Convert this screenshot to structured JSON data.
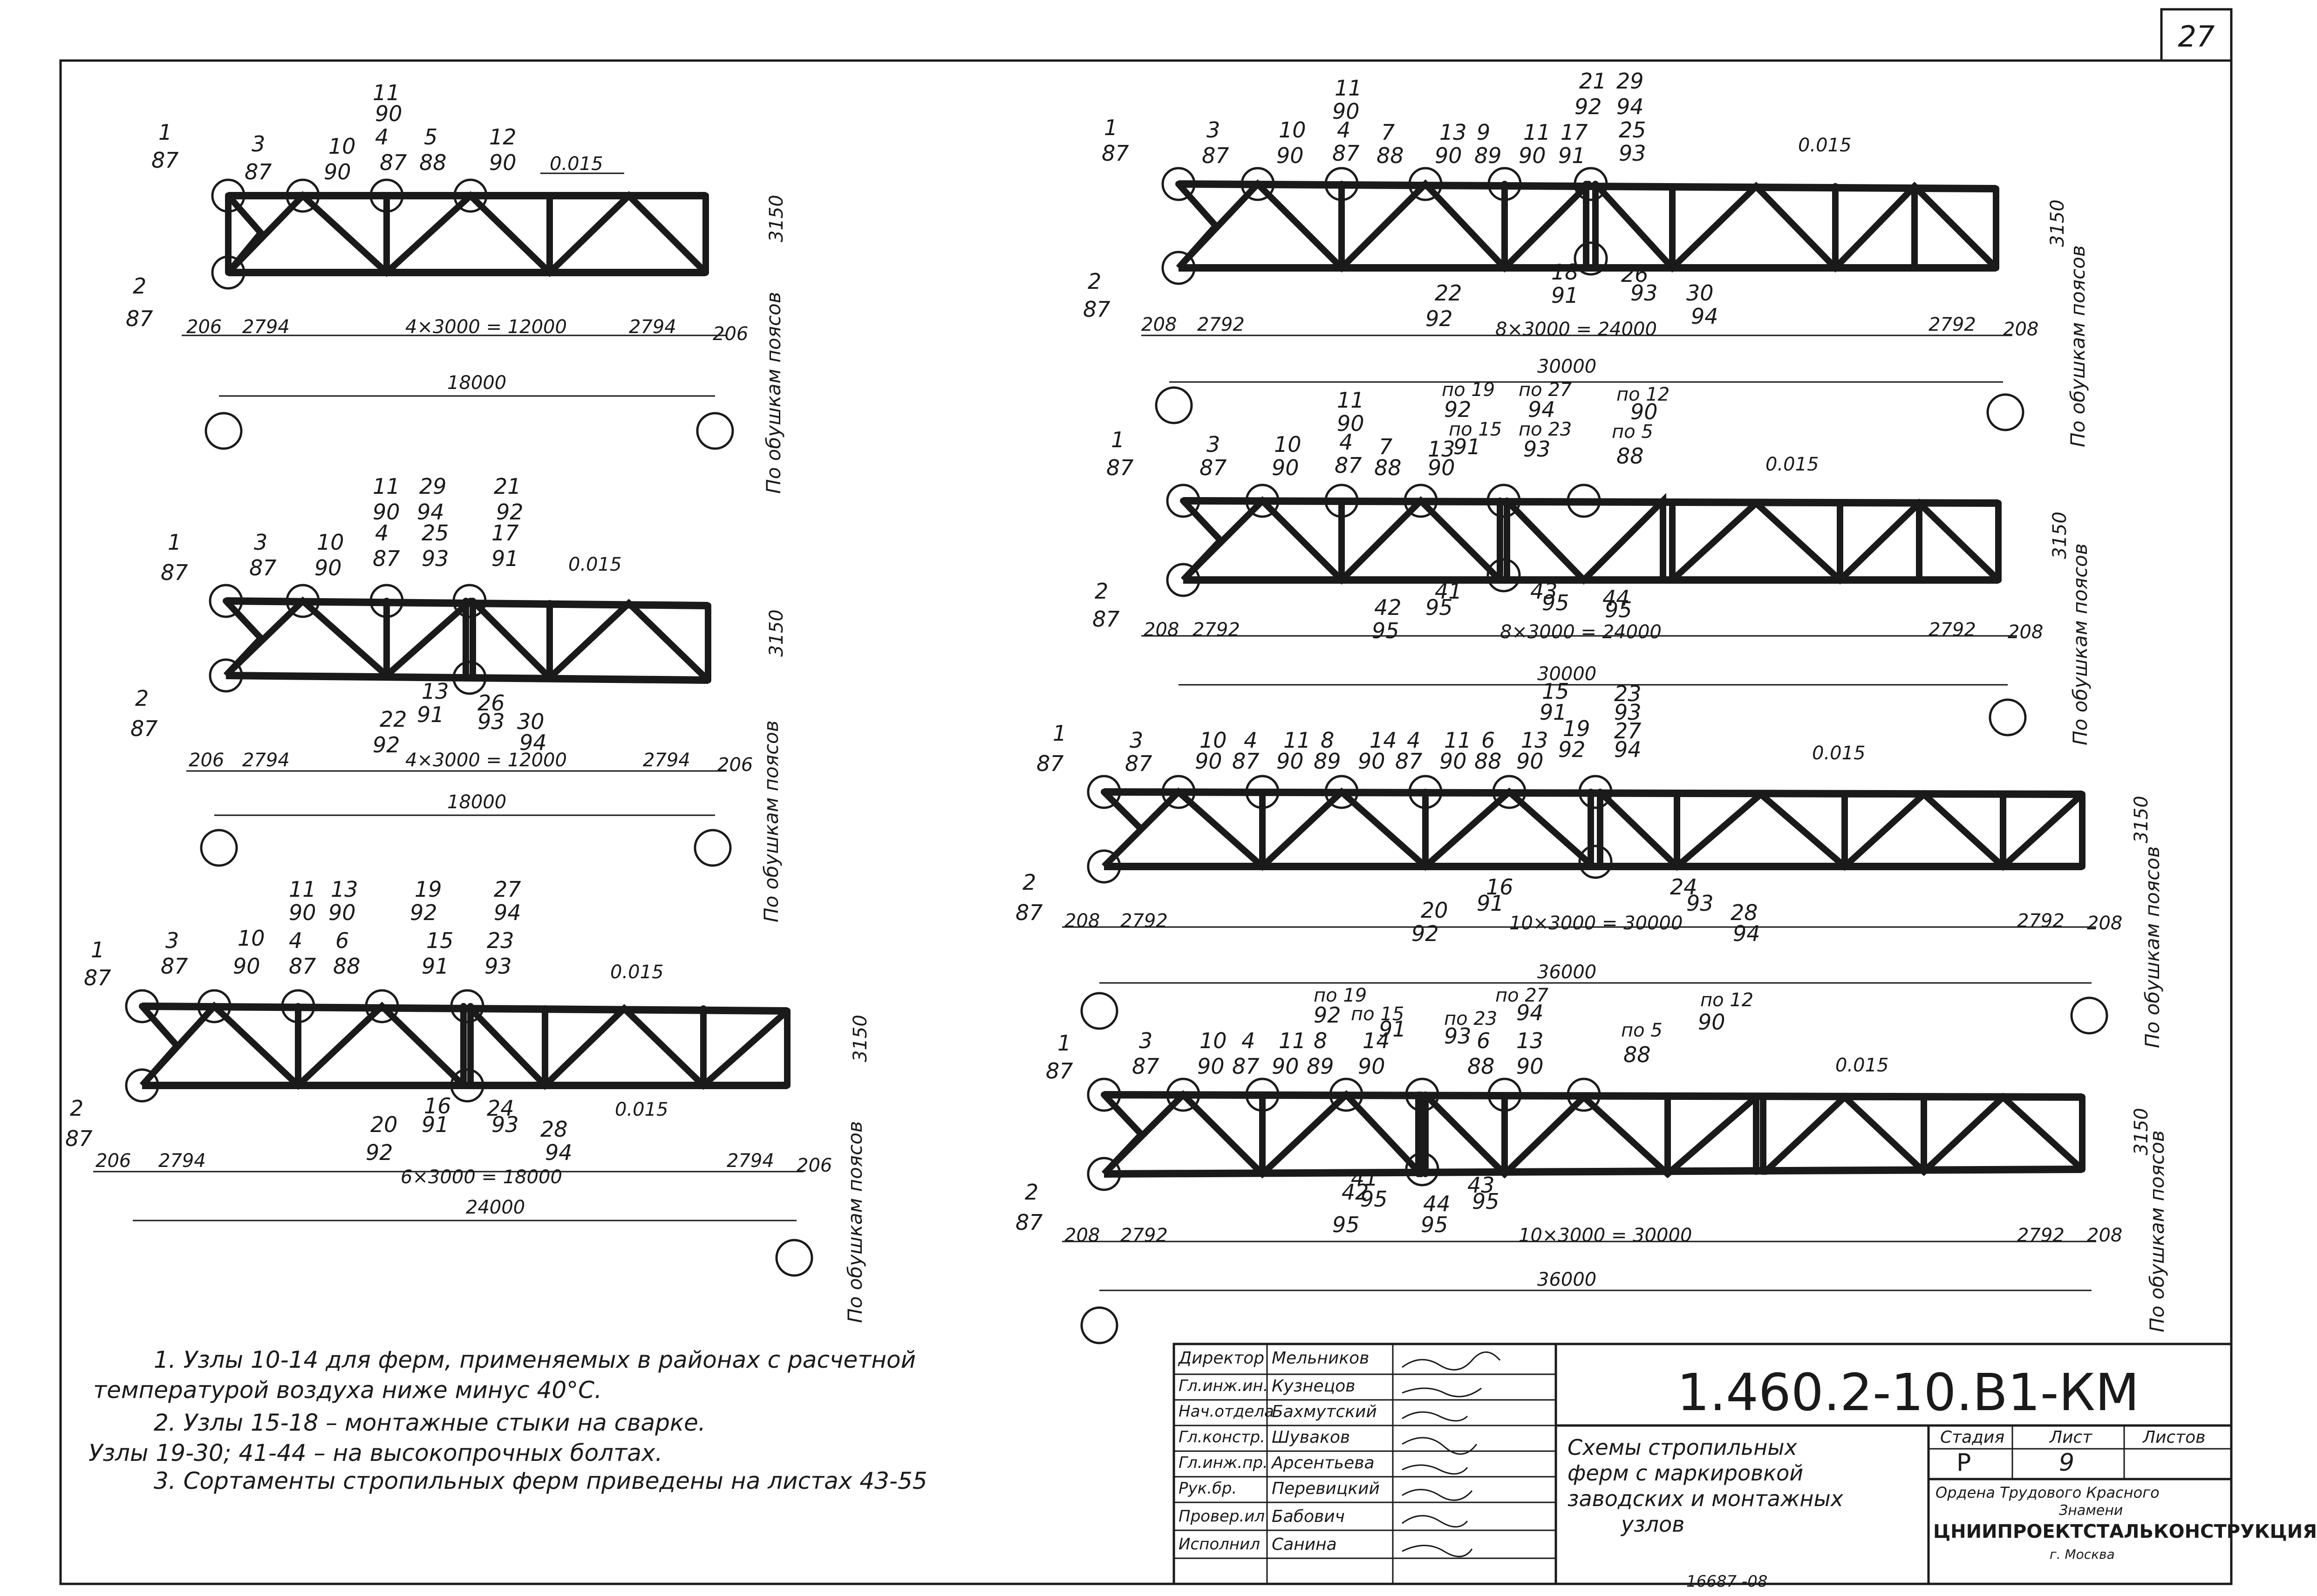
{
  "sheet_number": "27",
  "code": "1.460.2-10.В1-КМ",
  "sheet_title": [
    "Схемы стропильных",
    "ферм с маркировкой",
    "заводских и монтажных",
    "узлов"
  ],
  "stage_label": "Стадия",
  "stage_value": "Р",
  "sheet_label": "Лист",
  "sheet_value": "9",
  "sheets_label": "Листов",
  "org_lines": [
    "Ордена Трудового Красного",
    "Знамени",
    "ЦНИИПРОЕКТСТАЛЬКОНСТРУКЦИЯ",
    "г. Москва"
  ],
  "roles": [
    {
      "role": "Директор",
      "name": "Мельников"
    },
    {
      "role": "Гл.инж.ин.",
      "name": "Кузнецов"
    },
    {
      "role": "Нач.отдела",
      "name": "Бахмутский"
    },
    {
      "role": "Гл.констр.",
      "name": "Шуваков"
    },
    {
      "role": "Гл.инж.пр.",
      "name": "Арсентьева"
    },
    {
      "role": "Рук.бр.",
      "name": "Перевицкий"
    },
    {
      "role": "Провер.ил",
      "name": "Бабович"
    },
    {
      "role": "Исполнил",
      "name": "Санина"
    }
  ],
  "notes": [
    "1. Узлы 10-14 для ферм, применяемых в районах с расчетной",
    "температурой воздуха ниже минус 40°С.",
    "2. Узлы 15-18 – монтажные стыки на сварке.",
    "Узлы 19-30; 41-44 – на высокопрочных болтах.",
    "3. Сортаменты стропильных ферм приведены на листах 43-55"
  ],
  "bottom_mark": "16687 -08",
  "trusses": {
    "t1": {
      "slope": "0.015",
      "height": "3150",
      "bottom_dims": [
        "206",
        "2794",
        "4×3000 = 12000",
        "2794",
        "206"
      ],
      "total": "18000",
      "side_note": "По обушкам поясов",
      "marks": [
        [
          "1",
          "87"
        ],
        [
          "2",
          "87"
        ],
        [
          "3",
          "87"
        ],
        [
          "10",
          "90"
        ],
        [
          "11",
          "90"
        ],
        [
          "4",
          "87"
        ],
        [
          "5",
          "88"
        ],
        [
          "12",
          "90"
        ]
      ]
    },
    "t2": {
      "slope": "0.015",
      "height": "3150",
      "bottom_dims": [
        "206",
        "2794",
        "4×3000 = 12000",
        "2794",
        "206"
      ],
      "total": "18000",
      "side_note": "По обушкам поясов",
      "marks": [
        [
          "1",
          "87"
        ],
        [
          "2",
          "87"
        ],
        [
          "3",
          "87"
        ],
        [
          "10",
          "90"
        ],
        [
          "11",
          "90"
        ],
        [
          "4",
          "87"
        ],
        [
          "29",
          "94"
        ],
        [
          "25",
          "93"
        ],
        [
          "21",
          "92"
        ],
        [
          "17",
          "91"
        ],
        [
          "13",
          "91"
        ],
        [
          "22",
          "92"
        ],
        [
          "26",
          "93"
        ],
        [
          "30",
          "94"
        ]
      ]
    },
    "t3": {
      "slope": "0.015",
      "slope2": "0.015",
      "height": "3150",
      "bottom_dims": [
        "206",
        "2794",
        "6×3000 = 18000",
        "2794",
        "206"
      ],
      "total": "24000",
      "side_note": "По обушкам поясов",
      "marks": [
        [
          "1",
          "87"
        ],
        [
          "2",
          "87"
        ],
        [
          "3",
          "87"
        ],
        [
          "10",
          "90"
        ],
        [
          "11",
          "90"
        ],
        [
          "4",
          "87"
        ],
        [
          "13",
          "90"
        ],
        [
          "6",
          "88"
        ],
        [
          "19",
          "92"
        ],
        [
          "15",
          "91"
        ],
        [
          "27",
          "94"
        ],
        [
          "23",
          "93"
        ],
        [
          "20",
          "92"
        ],
        [
          "16",
          "91"
        ],
        [
          "24",
          "93"
        ],
        [
          "28",
          "94"
        ]
      ]
    },
    "t4": {
      "slope": "0.015",
      "height": "3150",
      "bottom_dims": [
        "208",
        "2792",
        "8×3000 = 24000",
        "2792",
        "208"
      ],
      "total": "30000",
      "side_note": "По обушкам поясов",
      "marks": [
        [
          "1",
          "87"
        ],
        [
          "2",
          "87"
        ],
        [
          "3",
          "87"
        ],
        [
          "10",
          "90"
        ],
        [
          "11",
          "90"
        ],
        [
          "4",
          "87"
        ],
        [
          "7",
          "88"
        ],
        [
          "13",
          "90"
        ],
        [
          "9",
          "89"
        ],
        [
          "11",
          "90"
        ],
        [
          "17",
          "91"
        ],
        [
          "21",
          "92"
        ],
        [
          "29",
          "94"
        ],
        [
          "25",
          "93"
        ],
        [
          "18",
          "91"
        ],
        [
          "22",
          "92"
        ],
        [
          "26",
          "93"
        ],
        [
          "30",
          "94"
        ]
      ]
    },
    "t5": {
      "slope": "0.015",
      "height": "3150",
      "bottom_dims": [
        "208",
        "2792",
        "8×3000 = 24000",
        "2792",
        "208"
      ],
      "total": "30000",
      "side_note": "По обушкам поясов",
      "marks": [
        [
          "1",
          "87"
        ],
        [
          "2",
          "87"
        ],
        [
          "3",
          "87"
        ],
        [
          "10",
          "90"
        ],
        [
          "11",
          "90"
        ],
        [
          "4",
          "87"
        ],
        [
          "7",
          "88"
        ],
        [
          "13",
          "90"
        ],
        [
          "по 19",
          "92"
        ],
        [
          "по 15",
          "91"
        ],
        [
          "по 27",
          "94"
        ],
        [
          "по 23",
          "93"
        ],
        [
          "по 12",
          "90"
        ],
        [
          "по 5",
          "88"
        ],
        [
          "42",
          "95"
        ],
        [
          "41",
          "95"
        ],
        [
          "43",
          "95"
        ],
        [
          "44",
          "95"
        ]
      ]
    },
    "t6": {
      "slope": "0.015",
      "height": "3150",
      "bottom_dims": [
        "208",
        "2792",
        "10×3000 = 30000",
        "2792",
        "208"
      ],
      "total": "36000",
      "side_note": "По обушкам поясов",
      "marks": [
        [
          "1",
          "87"
        ],
        [
          "2",
          "87"
        ],
        [
          "3",
          "87"
        ],
        [
          "10",
          "90"
        ],
        [
          "4",
          "87"
        ],
        [
          "11",
          "90"
        ],
        [
          "8",
          "89"
        ],
        [
          "14",
          "90"
        ],
        [
          "4",
          "87"
        ],
        [
          "11",
          "90"
        ],
        [
          "6",
          "88"
        ],
        [
          "13",
          "90"
        ],
        [
          "15",
          "91"
        ],
        [
          "19",
          "92"
        ],
        [
          "23",
          "93"
        ],
        [
          "27",
          "94"
        ],
        [
          "20",
          "92"
        ],
        [
          "16",
          "91"
        ],
        [
          "24",
          "93"
        ],
        [
          "28",
          "94"
        ]
      ]
    },
    "t7": {
      "slope": "0.015",
      "height": "3150",
      "bottom_dims": [
        "208",
        "2792",
        "10×3000 = 30000",
        "2792",
        "208"
      ],
      "total": "36000",
      "side_note": "По обушкам поясов",
      "marks": [
        [
          "1",
          "87"
        ],
        [
          "2",
          "87"
        ],
        [
          "3",
          "87"
        ],
        [
          "10",
          "90"
        ],
        [
          "4",
          "87"
        ],
        [
          "11",
          "90"
        ],
        [
          "8",
          "89"
        ],
        [
          "14",
          "90"
        ],
        [
          "по 19",
          "92"
        ],
        [
          "по 15",
          "91"
        ],
        [
          "по 27",
          "94"
        ],
        [
          "по 23",
          "93"
        ],
        [
          "6",
          "88"
        ],
        [
          "13",
          "90"
        ],
        [
          "по 12",
          "90"
        ],
        [
          "по 5",
          "88"
        ],
        [
          "42",
          "95"
        ],
        [
          "41",
          "95"
        ],
        [
          "44",
          "95"
        ],
        [
          "43",
          "95"
        ]
      ]
    }
  }
}
